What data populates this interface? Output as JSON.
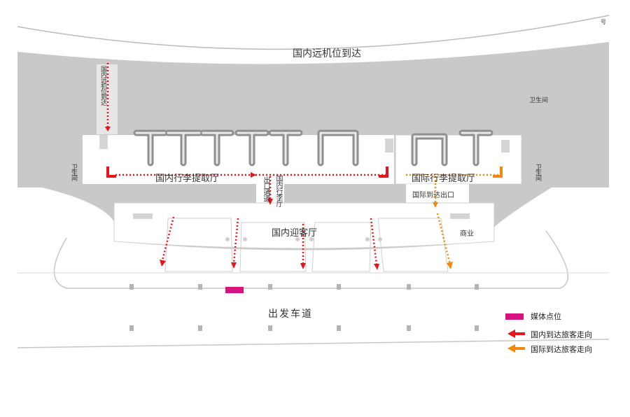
{
  "map": {
    "top_label": "国内远机位到达",
    "left_corridor_label": "国内远机位到达",
    "right_corner_label": "号",
    "restroom_right_top": "卫生间",
    "restroom_left": "卫生间",
    "restroom_right": "卫生间",
    "domestic_baggage_hall": "国内行李提取厅",
    "international_baggage_hall": "国际行李提取厅",
    "exit_passage": "出口通道",
    "domestic_baggage_small": "国内行李厅",
    "international_arrival_exit": "国际到达出口",
    "domestic_greeting_hall": "国内迎客厅",
    "commerce": "商业",
    "departure_road": "出发车道"
  },
  "legend": {
    "media_label": "媒体点位",
    "domestic_label": "国内到达旅客走向",
    "international_label": "国际到达旅客走向"
  },
  "colors": {
    "domestic_flow": "#e8141b",
    "international_flow": "#f08a10",
    "media_point": "#d6127e",
    "floor": "#c9c9c9"
  }
}
